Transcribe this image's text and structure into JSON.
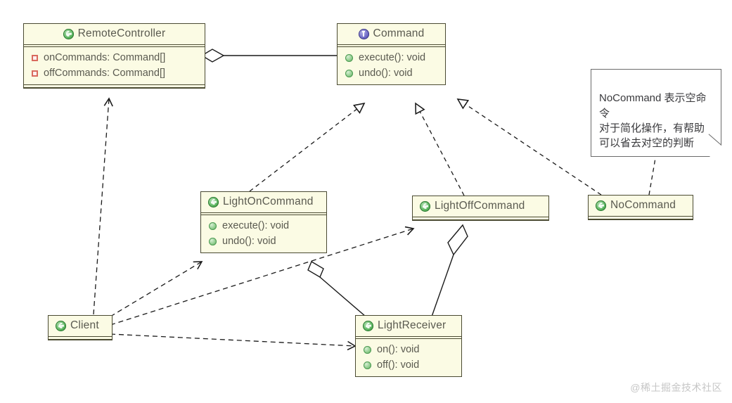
{
  "diagram": {
    "kind": "uml-class-diagram",
    "title": "Command Pattern UML Class Diagram",
    "background": "#ffffff",
    "colors": {
      "class_fill": "#fbfbe4",
      "class_border": "#4a4a32",
      "text": "#5a5a50",
      "class_icon": "#4d9b52",
      "interface_icon": "#5a55b5",
      "field_icon": "#d96a5e",
      "note_border": "#6b6b6b",
      "line": "#1a1a1a",
      "watermark": "#c6c6c6"
    }
  },
  "classes": [
    {
      "id": "remote-controller",
      "name": "RemoteController",
      "stereotype": "class",
      "icon": "class-icon",
      "members": [
        {
          "visibility": "private",
          "icon": "field-icon",
          "text": "onCommands: Command[]"
        },
        {
          "visibility": "private",
          "icon": "field-icon",
          "text": "offCommands: Command[]"
        }
      ]
    },
    {
      "id": "command",
      "name": "Command",
      "stereotype": "interface",
      "icon": "interface-icon",
      "members": [
        {
          "visibility": "public",
          "icon": "method-icon",
          "text": "execute(): void"
        },
        {
          "visibility": "public",
          "icon": "method-icon",
          "text": "undo(): void"
        }
      ]
    },
    {
      "id": "light-on-command",
      "name": "LightOnCommand",
      "stereotype": "class",
      "icon": "class-icon",
      "members": [
        {
          "visibility": "public",
          "icon": "method-icon",
          "text": "execute(): void"
        },
        {
          "visibility": "public",
          "icon": "method-icon",
          "text": "undo(): void"
        }
      ]
    },
    {
      "id": "light-off-command",
      "name": "LightOffCommand",
      "stereotype": "class",
      "icon": "class-icon",
      "members": []
    },
    {
      "id": "no-command",
      "name": "NoCommand",
      "stereotype": "class",
      "icon": "class-icon",
      "members": []
    },
    {
      "id": "client",
      "name": "Client",
      "stereotype": "class",
      "icon": "class-icon",
      "members": []
    },
    {
      "id": "light-receiver",
      "name": "LightReceiver",
      "stereotype": "class",
      "icon": "class-icon",
      "members": [
        {
          "visibility": "public",
          "icon": "method-icon",
          "text": "on(): void"
        },
        {
          "visibility": "public",
          "icon": "method-icon",
          "text": "off(): void"
        }
      ]
    }
  ],
  "note": {
    "id": "no-command-note",
    "text": "NoCommand 表示空命令\n对于简化操作，有帮助\n可以省去对空的判断",
    "attached_to": "no-command"
  },
  "relationships": [
    {
      "from": "remote-controller",
      "to": "command",
      "type": "aggregation",
      "line": "solid",
      "end": "hollow-diamond"
    },
    {
      "from": "light-on-command",
      "to": "command",
      "type": "realization",
      "line": "dashed",
      "end": "hollow-triangle"
    },
    {
      "from": "light-off-command",
      "to": "command",
      "type": "realization",
      "line": "dashed",
      "end": "hollow-triangle"
    },
    {
      "from": "no-command",
      "to": "command",
      "type": "realization",
      "line": "dashed",
      "end": "hollow-triangle"
    },
    {
      "from": "light-on-command",
      "to": "light-receiver",
      "type": "aggregation",
      "line": "solid",
      "end": "hollow-diamond"
    },
    {
      "from": "light-off-command",
      "to": "light-receiver",
      "type": "aggregation",
      "line": "solid",
      "end": "hollow-diamond"
    },
    {
      "from": "client",
      "to": "remote-controller",
      "type": "dependency",
      "line": "dashed",
      "end": "open-arrow"
    },
    {
      "from": "client",
      "to": "light-on-command",
      "type": "dependency",
      "line": "dashed",
      "end": "open-arrow"
    },
    {
      "from": "client",
      "to": "light-off-command",
      "type": "dependency",
      "line": "dashed",
      "end": "open-arrow"
    },
    {
      "from": "client",
      "to": "light-receiver",
      "type": "dependency",
      "line": "dashed",
      "end": "open-arrow"
    },
    {
      "from": "no-command",
      "to": "no-command-note",
      "type": "note-anchor",
      "line": "dashed",
      "end": "none"
    }
  ],
  "watermark": {
    "text": "@稀土掘金技术社区"
  }
}
